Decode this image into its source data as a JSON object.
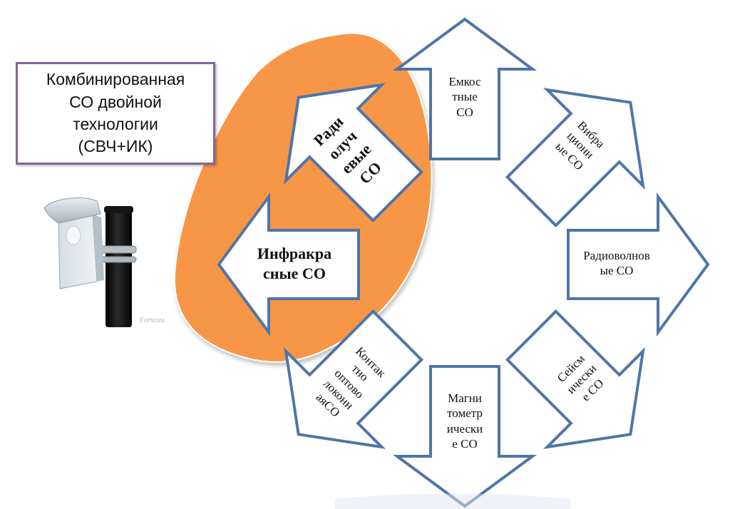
{
  "caption": {
    "text": "Комбинированная\nСО двойной\nтехнологии\n(СВЧ+ИК)"
  },
  "highlight_color": "#f79646",
  "arrow_stroke_color": "#4f75a8",
  "device_photo": {
    "watermark": "Fortezza"
  },
  "arrows": [
    {
      "id": "emkost",
      "label": "Емкос\nтные\nСО",
      "highlighted": false
    },
    {
      "id": "vibra",
      "label": "Вибра\nционн\nые СО",
      "highlighted": false
    },
    {
      "id": "radiowave",
      "label": "Радиоволнов\nые СО",
      "highlighted": false
    },
    {
      "id": "seismic",
      "label": "Сейсм\nически\nе СО",
      "highlighted": false
    },
    {
      "id": "magnet",
      "label": "Магни\nтометр\nически\nе СО",
      "highlighted": false
    },
    {
      "id": "contact",
      "label": "Контак\nтно\nоптово\nлоконн\nаяСО",
      "highlighted": false
    },
    {
      "id": "infrared",
      "label": "Инфракра\nсные СО",
      "highlighted": true
    },
    {
      "id": "radial",
      "label": "Ради\nолуч\nевые\nСО",
      "highlighted": true
    }
  ]
}
